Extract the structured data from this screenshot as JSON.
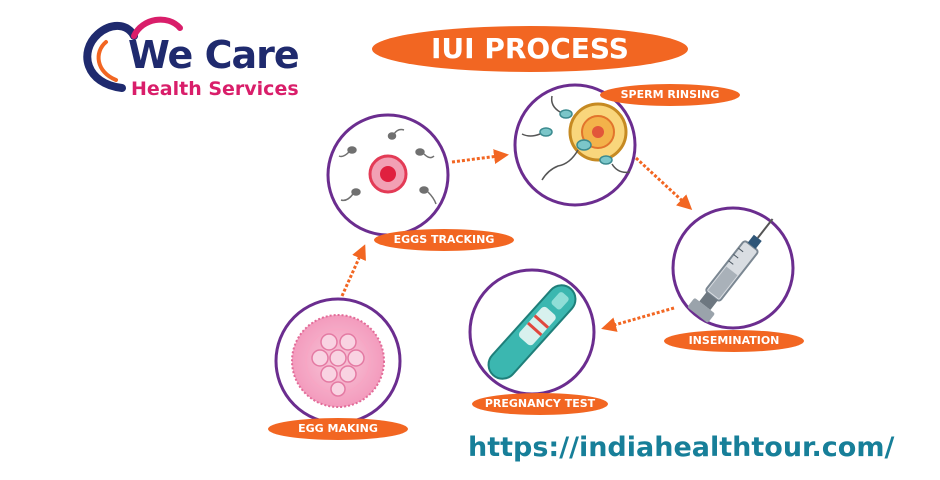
{
  "brand": {
    "name": "We Care",
    "tagline": "Health Services"
  },
  "title": "IUI PROCESS",
  "steps": [
    {
      "label": "EGG MAKING"
    },
    {
      "label": "EGGS TRACKING"
    },
    {
      "label": "SPERM RINSING"
    },
    {
      "label": "INSEMINATION"
    },
    {
      "label": "PREGNANCY TEST"
    }
  ],
  "website": "https://indiahealthtour.com/",
  "colors": {
    "accent": "#f26622",
    "circle_ring": "#6b2d8f",
    "brand_navy": "#1f2a6e",
    "brand_pink": "#d91e6a",
    "url": "#177f99"
  }
}
